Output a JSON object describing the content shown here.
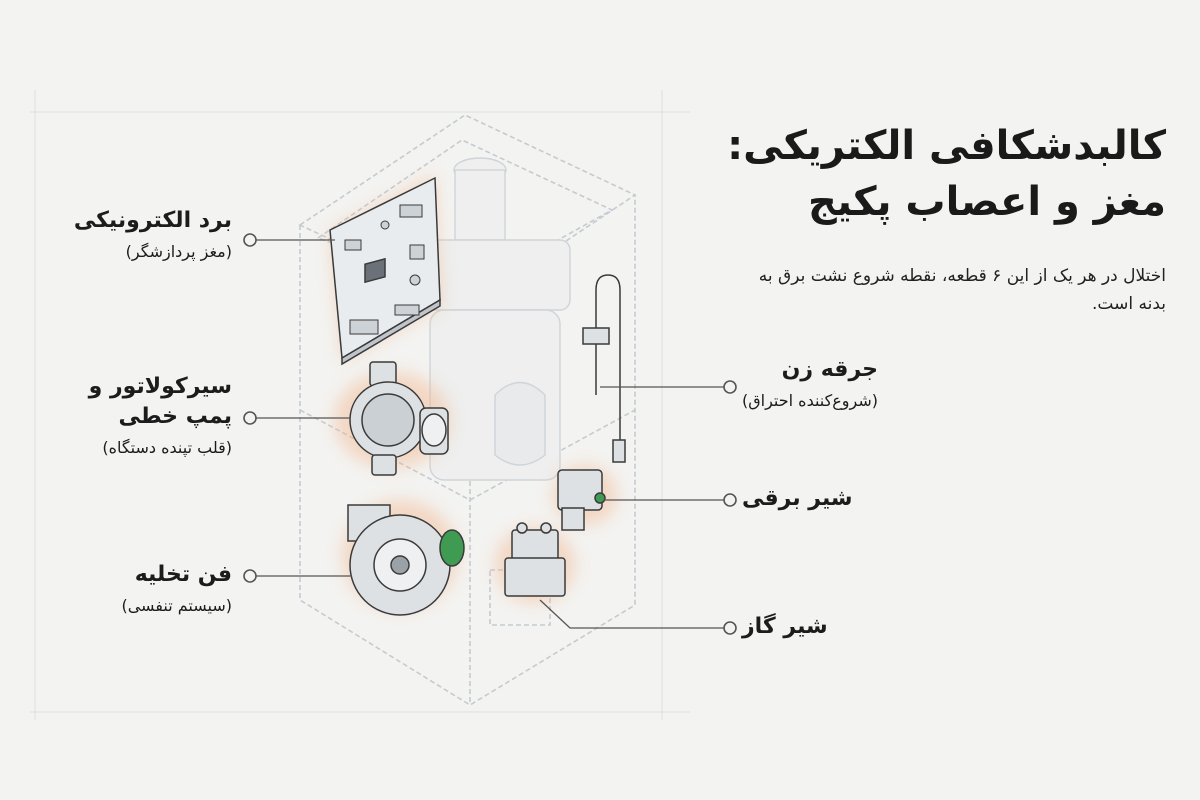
{
  "title": {
    "line1": "کالبدشکافی الکتریکی:",
    "line2": "مغز و اعصاب پکیج"
  },
  "description": "اختلال در هر یک از این ۶ قطعه، نقطه شروع نشت برق به بدنه است.",
  "components": {
    "board": {
      "name": "برد الکترونیکی",
      "note": "(مغز پردازشگر)"
    },
    "pump": {
      "name_line1": "سیرکولاتور و",
      "name_line2": "پمپ خطی",
      "note": "(قلب تپنده دستگاه)"
    },
    "fan": {
      "name": "فن تخلیه",
      "note": "(سیستم تنفسی)"
    },
    "igniter": {
      "name": "جرقه زن",
      "note": "(شروع‌کننده احتراق)"
    },
    "solenoid": {
      "name": "شیر برقی"
    },
    "gas_valve": {
      "name": "شیر گاز"
    }
  },
  "colors": {
    "background": "#f3f3f1",
    "sketch": "#c8cdd2",
    "outline": "#3a3a3a",
    "leader": "#555555",
    "glow": "#f3b48a",
    "fan_accent": "#3f9b52"
  }
}
